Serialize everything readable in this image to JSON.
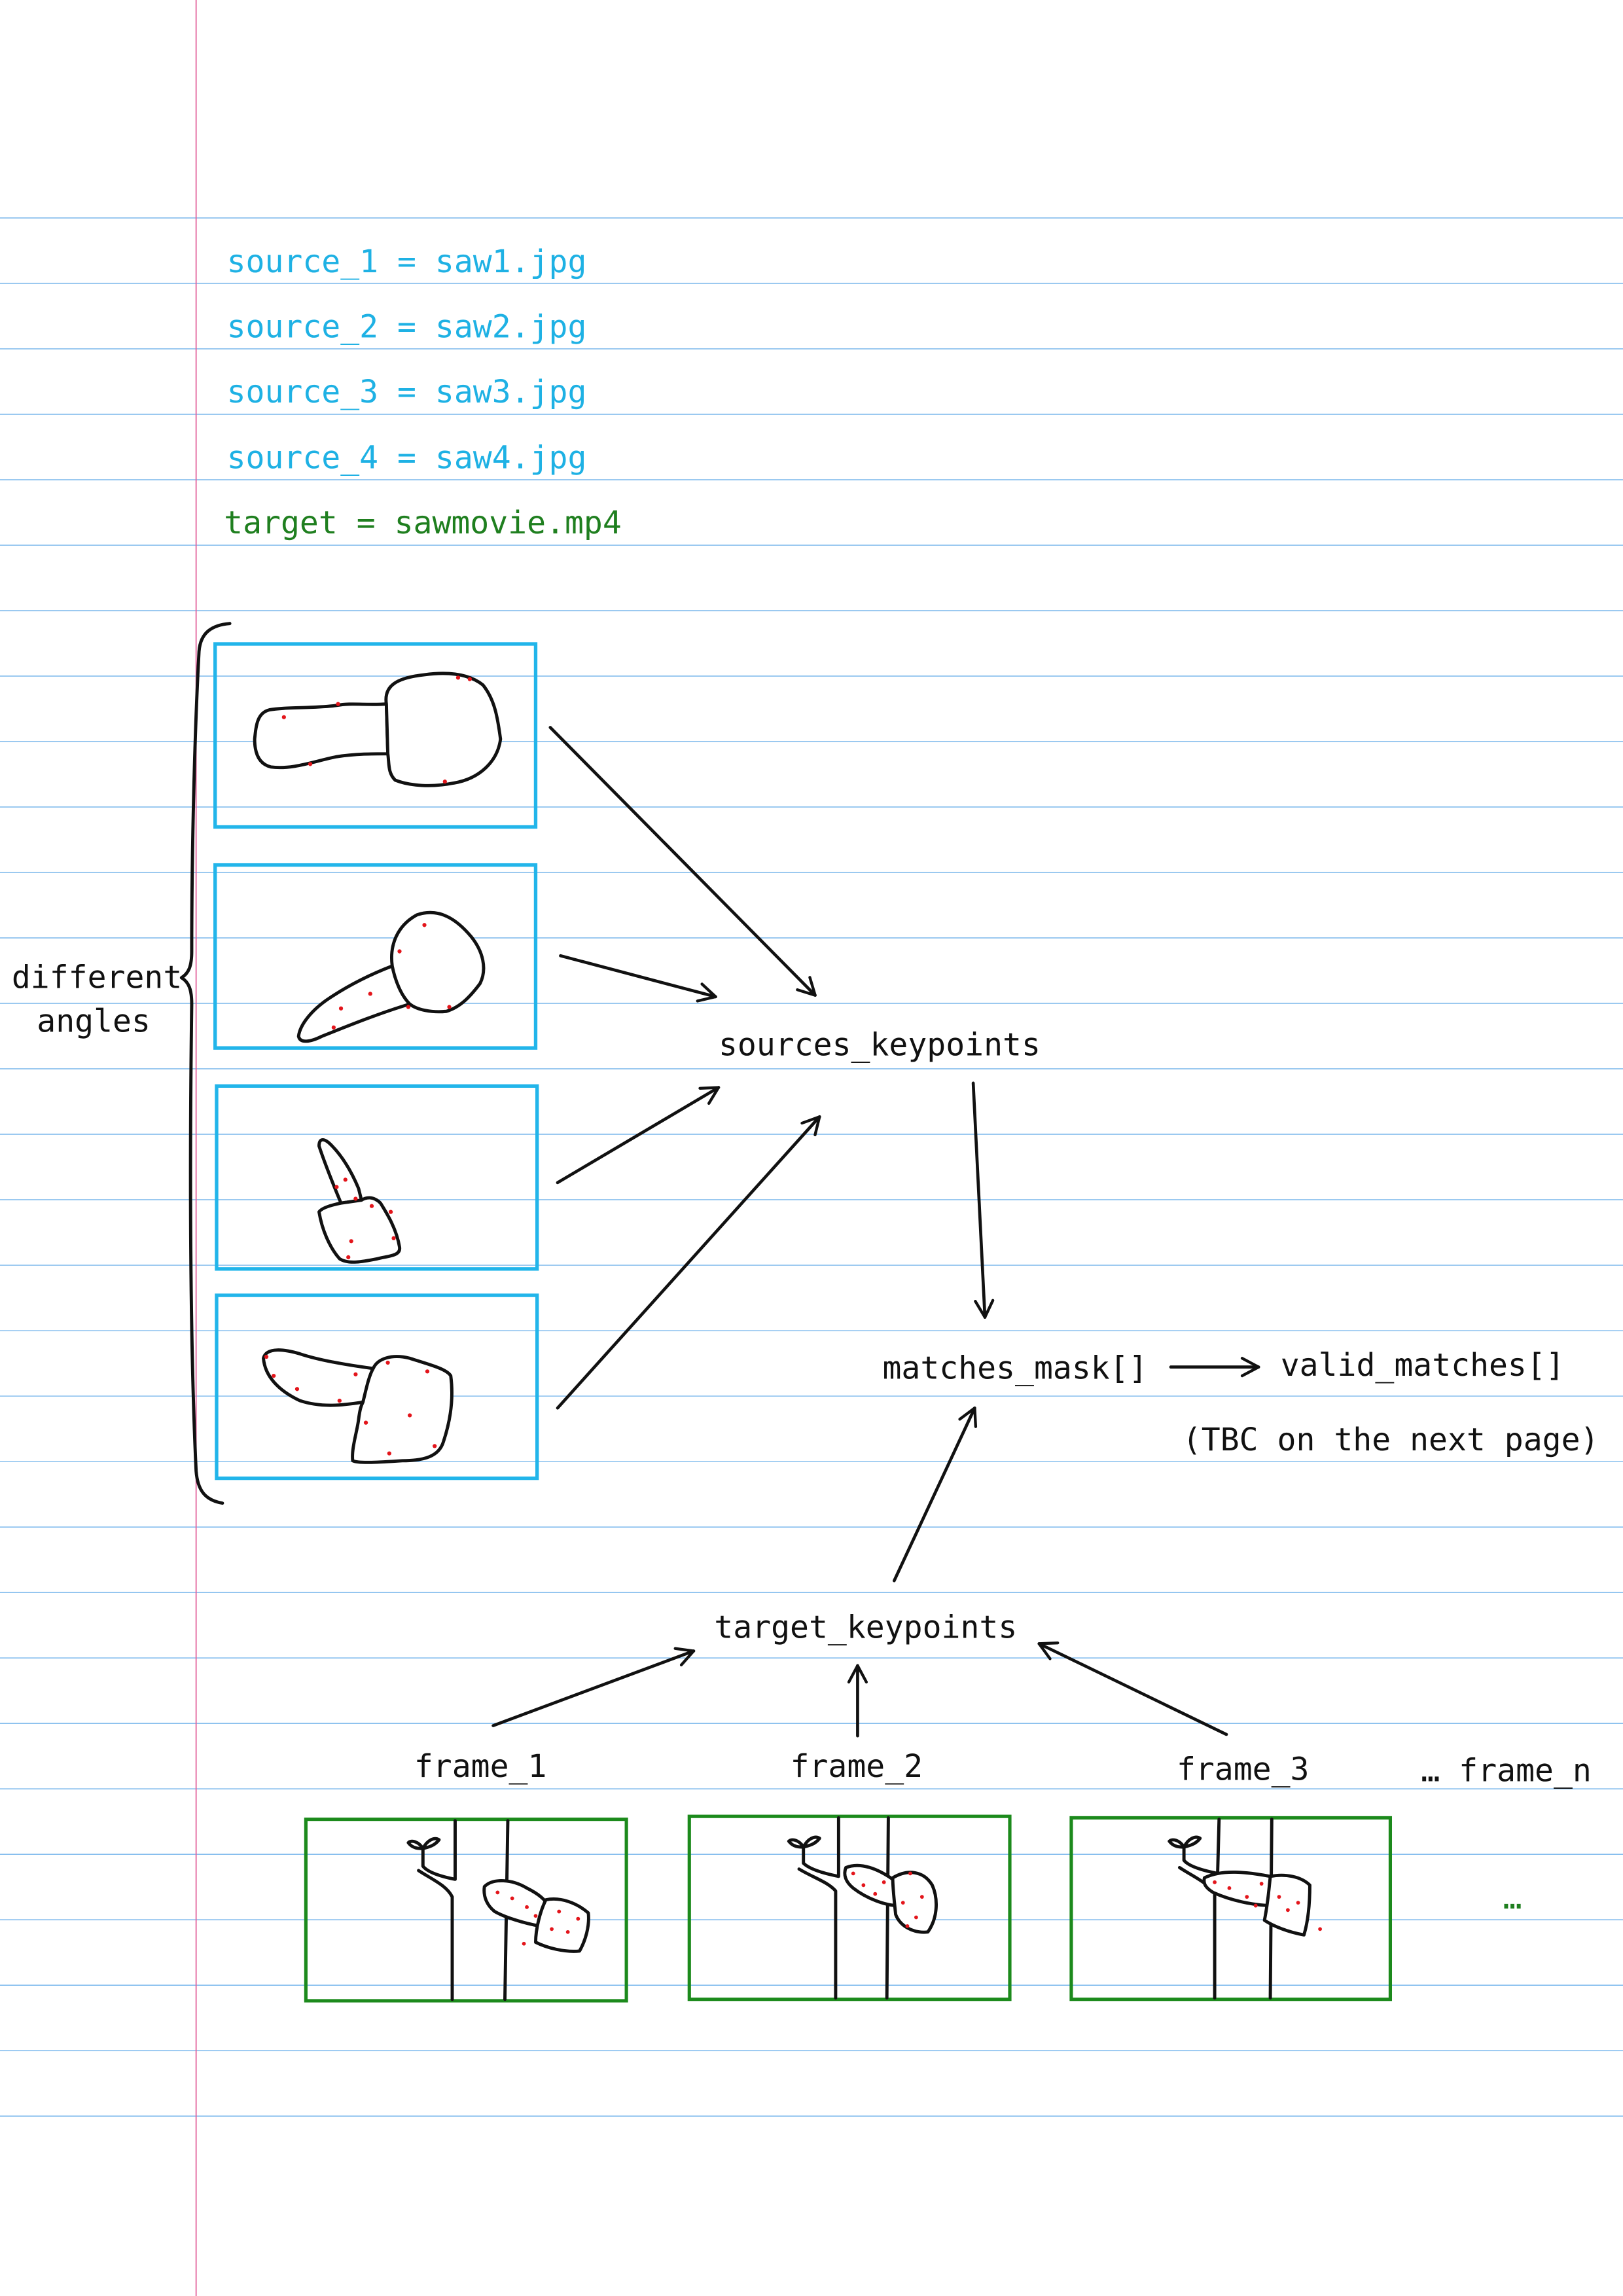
{
  "sources": [
    {
      "text": "source_1 = saw1.jpg"
    },
    {
      "text": "source_2 = saw2.jpg"
    },
    {
      "text": "source_3 = saw3.jpg"
    },
    {
      "text": "source_4 = saw4.jpg"
    }
  ],
  "target": {
    "text": "target = sawmovie.mp4"
  },
  "bracket_label": {
    "line1": "different",
    "line2": "angles"
  },
  "nodes": {
    "sources_keypoints": "sources_keypoints",
    "matches_mask": "matches_mask[]",
    "valid_matches": "valid_matches[]",
    "target_keypoints": "target_keypoints"
  },
  "note": "(TBC on the next page)",
  "frames": {
    "labels": [
      "frame_1",
      "frame_2",
      "frame_3",
      "… frame_n"
    ],
    "more": "…"
  },
  "colors": {
    "source_text": "#1eb1e4",
    "target_text": "#1f7f1f",
    "source_box": "#22b5ea",
    "frame_box": "#1c8a1c",
    "ruled_line": "#5fa9e8",
    "margin_line": "#e2619c",
    "keypoint": "#e3151b",
    "ink": "#111111"
  }
}
